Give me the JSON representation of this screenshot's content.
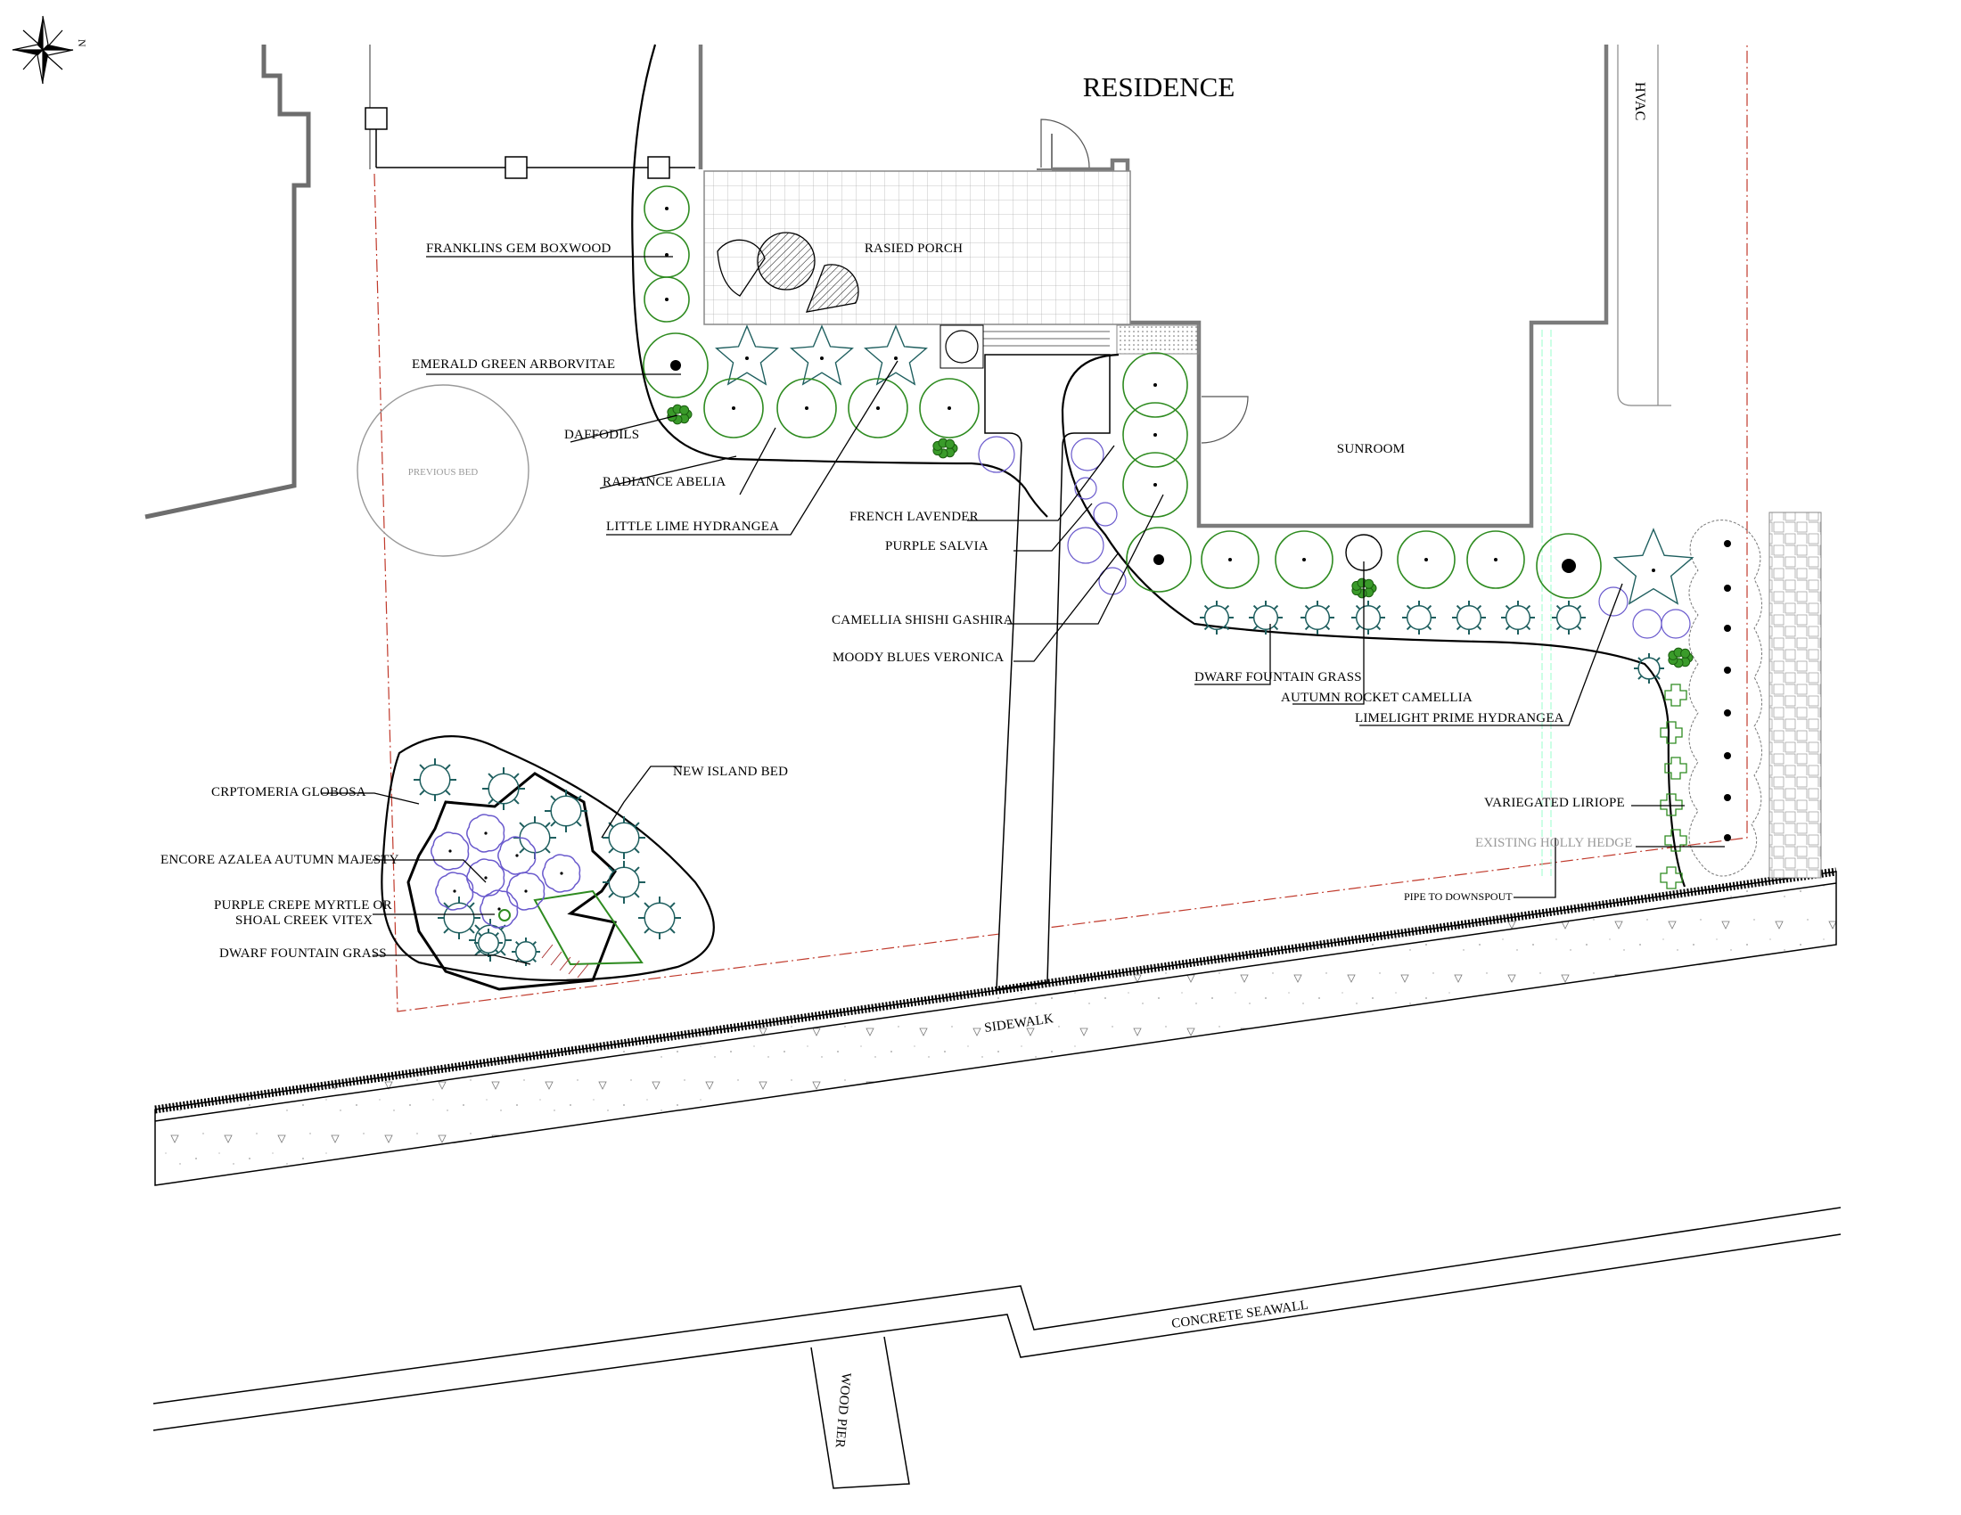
{
  "labels": {
    "residence": "RESIDENCE",
    "hvac": "HVAC",
    "porch": "RASIED PORCH",
    "sunroom": "SUNROOM",
    "previous_bed": "PREVIOUS BED",
    "sidewalk": "SIDEWALK",
    "seawall": "CONCRETE SEAWALL",
    "pier": "WOOD PIER",
    "compass_n": "N",
    "downspout": "PIPE TO DOWNSPOUT",
    "holly": "EXISTING HOLLY HEDGE"
  },
  "plants_left": {
    "boxwood": "FRANKLINS GEM BOXWOOD",
    "arborvitae": "EMERALD GREEN ARBORVITAE",
    "daffodils": "DAFFODILS",
    "abelia": "RADIANCE ABELIA",
    "little_lime": "LITTLE LIME HYDRANGEA"
  },
  "plants_center": {
    "lavender": "FRENCH LAVENDER",
    "salvia": "PURPLE SALVIA",
    "camellia_shishi": "CAMELLIA SHISHI GASHIRA",
    "veronica": "MOODY BLUES VERONICA"
  },
  "plants_right": {
    "fountain_grass": "DWARF FOUNTAIN GRASS",
    "autumn_camellia": "AUTUMN ROCKET CAMELLIA",
    "limelight": "LIMELIGHT PRIME HYDRANGEA",
    "liriope": "VARIEGATED LIRIOPE"
  },
  "island": {
    "new_bed": "NEW ISLAND BED",
    "cryptomeria": "CRPTOMERIA GLOBOSA",
    "azalea": "ENCORE AZALEA AUTUMN MAJESTY",
    "crepe_line1": "PURPLE CREPE MYRTLE OR",
    "crepe_line2": "SHOAL CREEK VITEX",
    "fountain_grass": "DWARF FOUNTAIN GRASS"
  },
  "colors": {
    "shrub_green": "#2e8b20",
    "property_line": "#c0392b",
    "perennial_blue": "#6a5acd",
    "grass_teal": "#1f5f5f"
  }
}
